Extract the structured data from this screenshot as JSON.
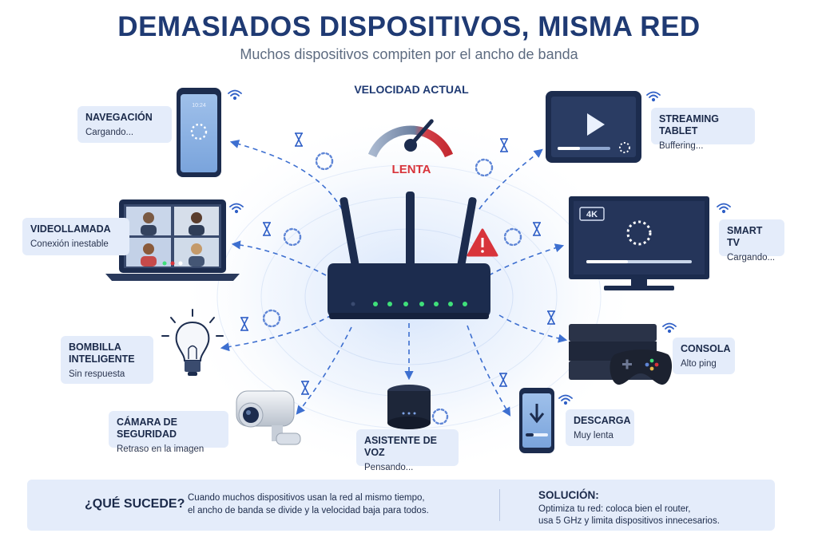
{
  "title": "DEMASIADOS DISPOSITIVOS, MISMA RED",
  "subtitle": "Muchos dispositivos compiten por el ancho de banda",
  "speedometer": {
    "title": "VELOCIDAD ACTUAL",
    "status": "LENTA",
    "level": 0.88
  },
  "devices": {
    "navegacion": {
      "name": "NAVEGACIÓN",
      "status": "Cargando...",
      "screen_time": "10:24"
    },
    "videollamada": {
      "name": "VIDEOLLAMADA",
      "status": "Conexión inestable"
    },
    "bombilla": {
      "name_line1": "BOMBILLA",
      "name_line2": "INTELIGENTE",
      "status": "Sin respuesta"
    },
    "camara": {
      "name": "CÁMARA DE SEGURIDAD",
      "status": "Retraso en la imagen"
    },
    "asistente": {
      "name": "ASISTENTE DE VOZ",
      "status": "Pensando..."
    },
    "descarga": {
      "name": "DESCARGA",
      "status": "Muy lenta"
    },
    "consola": {
      "name": "CONSOLA",
      "status": "Alto ping"
    },
    "smart_tv": {
      "name": "SMART TV",
      "status": "Cargando...",
      "badge": "4K"
    },
    "streaming_tablet": {
      "name": "STREAMING TABLET",
      "status": "Buffering..."
    }
  },
  "bottom": {
    "what_title": "¿QUÉ SUCEDE?",
    "what_line1": "Cuando muchos dispositivos usan la red al mismo tiempo,",
    "what_line2": "el ancho de banda se divide y la velocidad baja para todos.",
    "solution_title": "SOLUCIÓN:",
    "solution_line1": "Optimiza tu red: coloca bien el router,",
    "solution_line2": "usa 5 GHz y limita dispositivos innecesarios."
  },
  "colors": {
    "title": "#1f3a73",
    "accent_blue": "#2f5fc6",
    "slow_red": "#d8343b",
    "panel": "#e4ecfa",
    "router": "#1c2c4e",
    "led_green": "#3fe07a"
  }
}
